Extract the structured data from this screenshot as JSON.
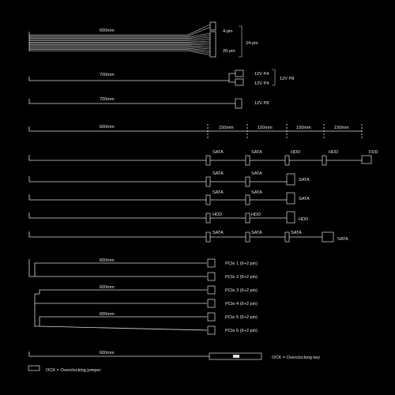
{
  "colors": {
    "background": "#000000",
    "line": "#d8d8d8",
    "text": "#e6e6e6"
  },
  "atx": {
    "length": "600mm",
    "pin4": "4-pin",
    "pin20": "20-pin",
    "pin24": "24-pin"
  },
  "p8_dual": {
    "length": "700mm",
    "p4_a": "12V P4",
    "p4_b": "12V P4",
    "group": "12V P8"
  },
  "p8_single": {
    "length": "700mm",
    "label": "12V P8"
  },
  "peripheral": {
    "length": "600mm",
    "segments": [
      "150mm",
      "150mm",
      "150mm",
      "150mm"
    ],
    "rows": [
      [
        "SATA",
        "SATA",
        "HDD",
        "HDD",
        "FDD"
      ],
      [
        "SATA",
        "SATA",
        "SATA"
      ],
      [
        "SATA",
        "SATA",
        "SATA"
      ],
      [
        "HDD",
        "HDD",
        "HDD"
      ],
      [
        "SATA",
        "SATA",
        "SATA",
        "SATA"
      ]
    ]
  },
  "pcie": {
    "lengths": [
      "600mm",
      "600mm",
      "600mm"
    ],
    "labels": [
      "PCIe 1 (6+2 pin)",
      "PCIe 2 (6+2 pin)",
      "PCIe 3 (6+2 pin)",
      "PCIe 4 (6+2 pin)",
      "PCIe 5 (6+2 pin)",
      "PCIe 6 (6+2 pin)"
    ]
  },
  "ock": {
    "length": "600mm",
    "key_label": "OCK = Overclocking key"
  },
  "legend": {
    "jumper_label": "OCK = Overclocking jumper"
  }
}
